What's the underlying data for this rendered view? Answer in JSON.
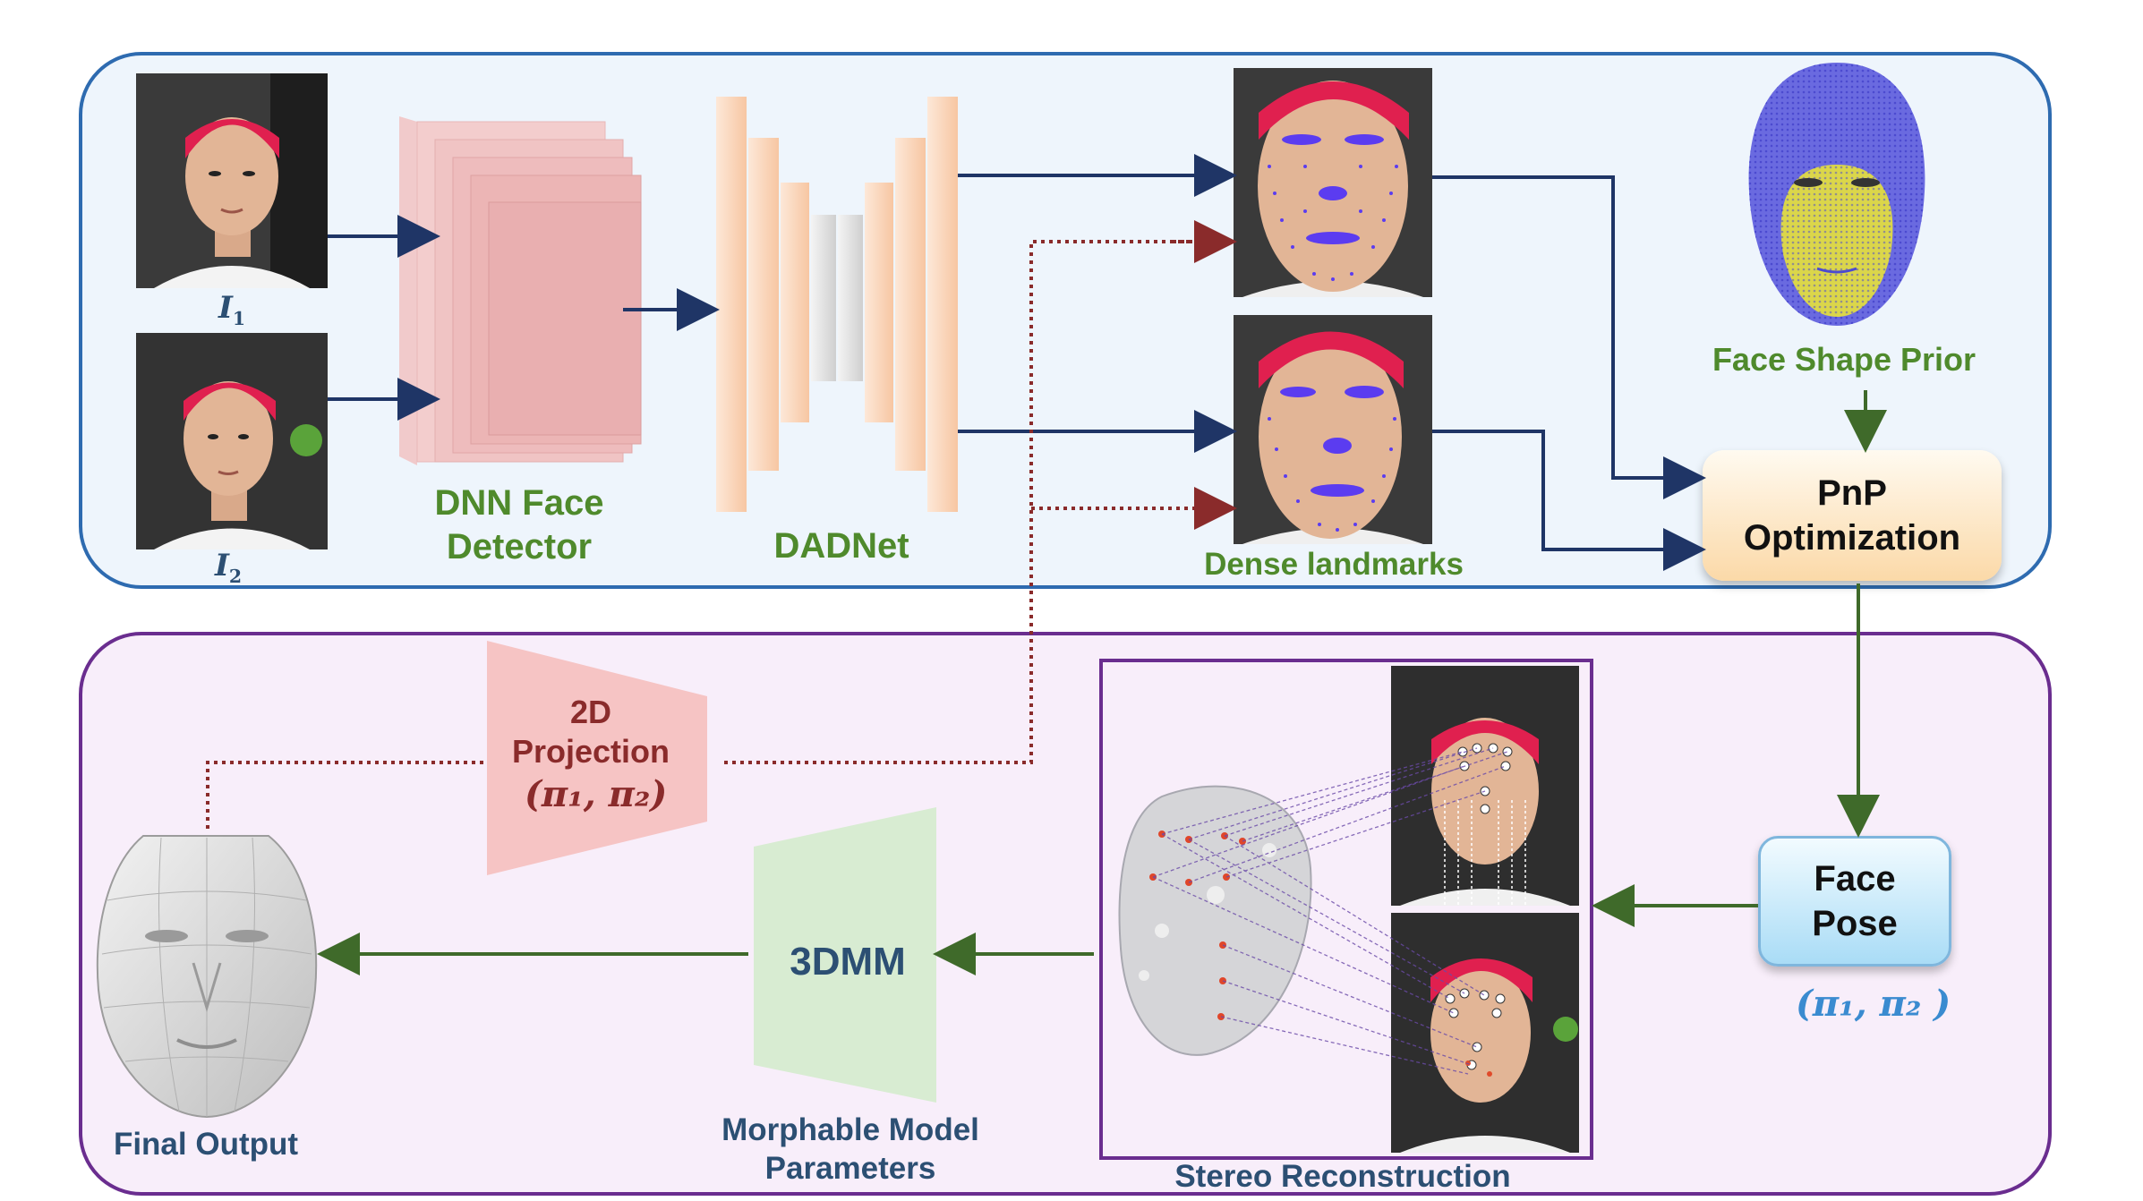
{
  "top": {
    "input1_label": "I",
    "input1_sub": "1",
    "input2_label": "I",
    "input2_sub": "2",
    "detector_label_line1": "DNN Face",
    "detector_label_line2": "Detector",
    "network_label": "DADNet",
    "landmarks_label": "Dense landmarks",
    "prior_label": "Face Shape Prior",
    "pnp_line1": "PnP",
    "pnp_line2": "Optimization"
  },
  "bottom": {
    "projection_line1": "2D",
    "projection_line2": "Projection",
    "projection_math": "(π₁, π₂)",
    "pose_line1": "Face",
    "pose_line2": "Pose",
    "pose_math": "(π₁, π₂ )",
    "model_label": "3DMM",
    "model_caption_line1": "Morphable Model",
    "model_caption_line2": "Parameters",
    "stereo_label": "Stereo Reconstruction",
    "output_label": "Final Output"
  },
  "colors": {
    "top_border": "#2e6bb0",
    "bottom_border": "#6a2d8f",
    "arrow_navy": "#1f3566",
    "arrow_green": "#3f6a2a",
    "dotted_maroon": "#8a2b2b",
    "landmark_purple": "#5b3cf0"
  },
  "icons": [
    "face-photo",
    "face-mesh-3d",
    "point-cloud-face",
    "landmark-dots"
  ]
}
